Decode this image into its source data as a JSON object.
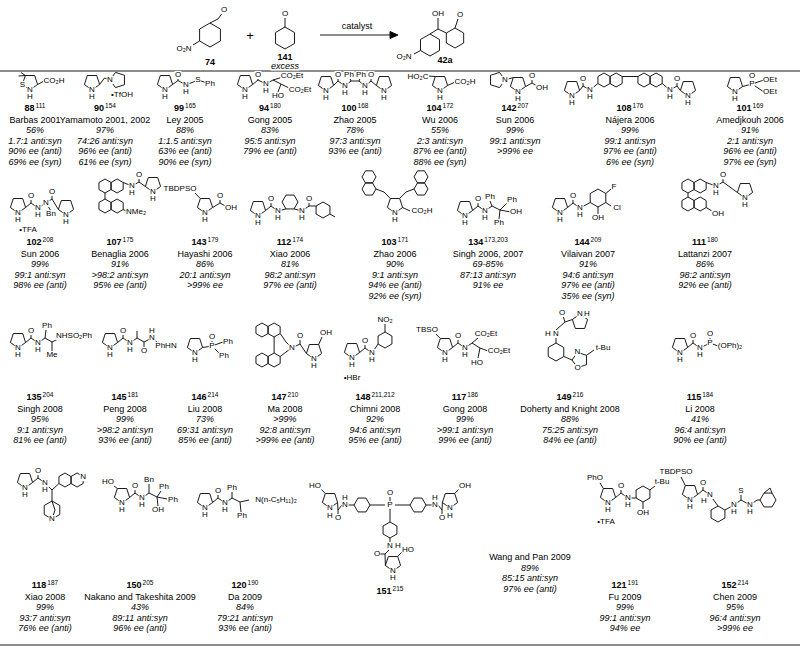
{
  "diagram": {
    "labels": [
      "O",
      "O₂N",
      "74",
      "+",
      "O",
      "141",
      "excess",
      "catalyst",
      "OH",
      "O",
      "O₂N",
      "42a",
      "88",
      "111",
      "Barbas 2001",
      "56%",
      "1.7:1 anti:syn",
      "90% ee (anti)",
      "69% ee (syn)",
      "S",
      "N",
      "H",
      "CO₂H",
      "90",
      "154",
      "Yamamoto 2001, 2002",
      "97%",
      "74:26 anti:syn",
      "96% ee (anti)",
      "61% ee (syn)",
      "N",
      "H",
      "N",
      "•TfOH",
      "99",
      "165",
      "Ley 2005",
      "88%",
      "1:1.5 anti:syn",
      "63% ee (anti)",
      "90% ee (syn)",
      "N",
      "H",
      "O",
      "N",
      "H",
      "S",
      "Ph",
      "94",
      "180",
      "Gong 2005",
      "83%",
      "95:5 anti:syn",
      "79% ee (anti)",
      "N",
      "H",
      "O",
      "N",
      "H",
      "CO₂Et",
      "HO",
      "CO₂Et",
      "100",
      "168",
      "Zhao 2005",
      "78%",
      "97:3 anti:syn",
      "93% ee (anti)",
      "N",
      "H",
      "O",
      "N",
      "H",
      "Ph",
      "Ph",
      "N",
      "H",
      "O",
      "N",
      "H",
      "104",
      "172",
      "Wu 2006",
      "55%",
      "2:3 anti:syn",
      "87% ee (anti)",
      "88% ee (syn)",
      "HO₂C",
      "N",
      "H",
      "CO₂H",
      "142",
      "207",
      "Sun 2006",
      "99%",
      "99:1 anti:syn",
      ">99% ee",
      "N",
      "N",
      "H",
      "O",
      "OH",
      "108",
      "176",
      "Nájera 2006",
      "99%",
      "99:1 anti:syn",
      "97% ee (anti)",
      "6% ee (syn)",
      "N",
      "H",
      "O",
      "N",
      "H",
      "N",
      "H",
      "O",
      "N",
      "H",
      "101",
      "169",
      "Amedjkouh 2006",
      "91%",
      "2:1 anti:syn",
      "96% ee (anti)",
      "97% ee (syn)",
      "N",
      "H",
      "P",
      "O",
      "OEt",
      "OEt",
      "102",
      "208",
      "Sun 2006",
      "99%",
      "99:1 anti:syn",
      "98% ee (anti)",
      "N",
      "H",
      "O",
      "N",
      "H",
      "N",
      "Bn",
      "O",
      "N",
      "H",
      "•TFA",
      "107",
      "175",
      "Benaglia 2006",
      "91%",
      ">98:2 anti:syn",
      "95% ee (anti)",
      "N",
      "H",
      "O",
      "N",
      "H",
      "NMe₂",
      "143",
      "179",
      "Hayashi 2006",
      "86%",
      "20:1 anti:syn",
      ">99% ee",
      "TBDPSO",
      "N",
      "H",
      "O",
      "OH",
      "112",
      "174",
      "Xiao 2006",
      "81%",
      "98:2 anti:syn",
      "97% ee (anti)",
      "N",
      "H",
      "O",
      "N",
      "H",
      "N",
      "H",
      "O",
      "103",
      "171",
      "Zhao 2006",
      "90%",
      "9:1 anti:syn",
      "94% ee (anti)",
      "92% ee (syn)",
      "N",
      "H",
      "CO₂H",
      "134",
      "173,203",
      "Singh 2006, 2007",
      "69-85%",
      "87:13 anti:syn",
      "91% ee",
      "N",
      "H",
      "O",
      "N",
      "H",
      "Ph",
      "Ph",
      "OH",
      "Ph",
      "144",
      "209",
      "Vilaivan 2007",
      "91%",
      "94:6 anti:syn",
      "97% ee (anti)",
      "35% ee (syn)",
      "N",
      "H",
      "O",
      "N",
      "H",
      "F",
      "Cl",
      "OH",
      "111",
      "180",
      "Lattanzi 2007",
      "86%",
      "98:2 anti:syn",
      "92% ee (anti)",
      "N",
      "H",
      "O",
      "N",
      "H",
      "OH",
      "135",
      "204",
      "Singh 2008",
      "95%",
      "9:1 anti:syn",
      "81% ee (anti)",
      "N",
      "H",
      "O",
      "N",
      "H",
      "Ph",
      "NHSO₂Ph",
      "Me",
      "145",
      "181",
      "Peng 2008",
      "99%",
      ">98:2 anti:syn",
      "93% ee (anti)",
      "N",
      "H",
      "O",
      "N",
      "H",
      "O",
      "N",
      "H",
      "PhHN",
      "146",
      "214",
      "Liu 2008",
      "73%",
      "69:31 anti:syn",
      "85% ee (anti)",
      "N",
      "H",
      "P",
      "O",
      "Ph",
      "Ph",
      "147",
      "210",
      "Ma 2008",
      ">99%",
      "92:8 anti:syn",
      ">99% ee (anti)",
      "N",
      "O",
      "N",
      "H",
      "OH",
      "148",
      "211,212",
      "Chimni 2008",
      "92%",
      "94:6 anti:syn",
      "95% ee (anti)",
      "NO₂",
      "N",
      "H",
      "O",
      "N",
      "H",
      "•HBr",
      "117",
      "186",
      "Gong 2008",
      "99%",
      ">99:1 anti:syn",
      "99% ee (anti)",
      "TBSO",
      "N",
      "H",
      "O",
      "N",
      "H",
      "CO₂Et",
      "HO",
      "CO₂Et",
      "149",
      "216",
      "Doherty and Knight 2008",
      "88%",
      "75:25 anti:syn",
      "84% ee (anti)",
      "N",
      "H",
      "O",
      "N",
      "H",
      "N",
      "O",
      "t-Bu",
      "115",
      "184",
      "Li 2008",
      "41%",
      "96:4 anti:syn",
      "90% ee (anti)",
      "N",
      "H",
      "O",
      "N",
      "H",
      "P",
      "O",
      "(OPh)₂",
      "118",
      "187",
      "Xiao 2008",
      "99%",
      "93:7 anti:syn",
      "76% ee (anti)",
      "N",
      "H",
      "O",
      "N",
      "H",
      "N",
      "N",
      "150",
      "205",
      "Nakano and Takeshita 2009",
      "43%",
      "89:11 anti:syn",
      "96% ee (anti)",
      "HO",
      "N",
      "H",
      "O",
      "N",
      "H",
      "Bn",
      "Ph",
      "Ph",
      "OH",
      "120",
      "190",
      "Da 2009",
      "84%",
      "79:21 anti:syn",
      "93% ee (anti)",
      "N",
      "H",
      "O",
      "N",
      "H",
      "Ph",
      "Ph",
      "N(n-C₅H₁₁)₂",
      "151",
      "215",
      "Wang and Pan 2009",
      "89%",
      "85:15 anti:syn",
      "97% ee (anti)",
      "O",
      "P",
      "N",
      "H",
      "O",
      "N",
      "H",
      "HO",
      "N",
      "H",
      "O",
      "N",
      "H",
      "OH",
      "N",
      "H",
      "O",
      "N",
      "H",
      "HO",
      "121",
      "191",
      "Fu 2009",
      "99%",
      "99:1 anti:syn",
      "94% ee",
      "PhO",
      "N",
      "H",
      "O",
      "N",
      "H",
      "OH",
      "t-Bu",
      "•TFA",
      "152",
      "214",
      "Chen 2009",
      "95%",
      "96:4 anti:syn",
      ">99% ee",
      "TBDPSO",
      "N",
      "H",
      "O",
      "N",
      "H",
      "N",
      "H",
      "S",
      "N",
      "H"
    ]
  }
}
